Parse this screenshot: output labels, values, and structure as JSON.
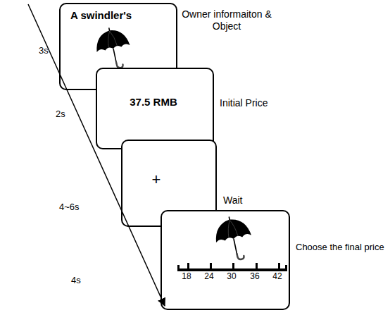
{
  "diagram": {
    "nodes": [
      {
        "text": [
          "A swindler's"
        ]
      },
      {
        "text": [
          "37.5 RMB"
        ]
      },
      {
        "text": [
          "+"
        ]
      },
      {
        "text": [
          "18",
          "24",
          "30",
          "36",
          "42"
        ]
      }
    ],
    "labels": [
      "Owner informaiton & Object",
      "Initial Price",
      "Wait",
      "Choose the final price",
      "3s",
      "2s",
      "4~6s",
      "4s"
    ]
  }
}
